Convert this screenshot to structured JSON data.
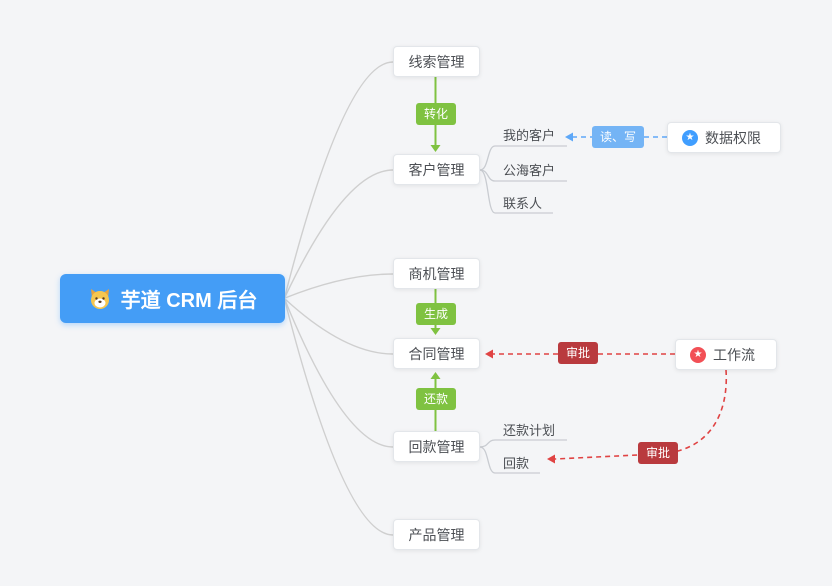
{
  "colors": {
    "canvas-bg": "#f4f5f7",
    "root-bg": "#449df6",
    "green": "#7fc241",
    "light-blue": "#74b4f5",
    "dark-red": "#b93a3e",
    "red-line": "#e04343",
    "blue-line": "#5ea8f8",
    "star-blue": "#409eff",
    "star-red": "#f25056",
    "edge-gray": "#cfcfcf"
  },
  "root": {
    "label": "芋道 CRM 后台"
  },
  "nodes": {
    "leads": "线索管理",
    "customers": "客户管理",
    "opportunities": "商机管理",
    "contracts": "合同管理",
    "receivables": "回款管理",
    "products": "产品管理",
    "data_permission": "数据权限",
    "workflow": "工作流"
  },
  "customer_children": [
    "我的客户",
    "公海客户",
    "联系人"
  ],
  "receivable_children": [
    "还款计划",
    "回款"
  ],
  "badges": {
    "convert": "转化",
    "generate": "生成",
    "repay": "还款",
    "read_write": "读、写",
    "approve_contract": "审批",
    "approve_receivable": "审批"
  },
  "icons": {
    "star": "★"
  }
}
